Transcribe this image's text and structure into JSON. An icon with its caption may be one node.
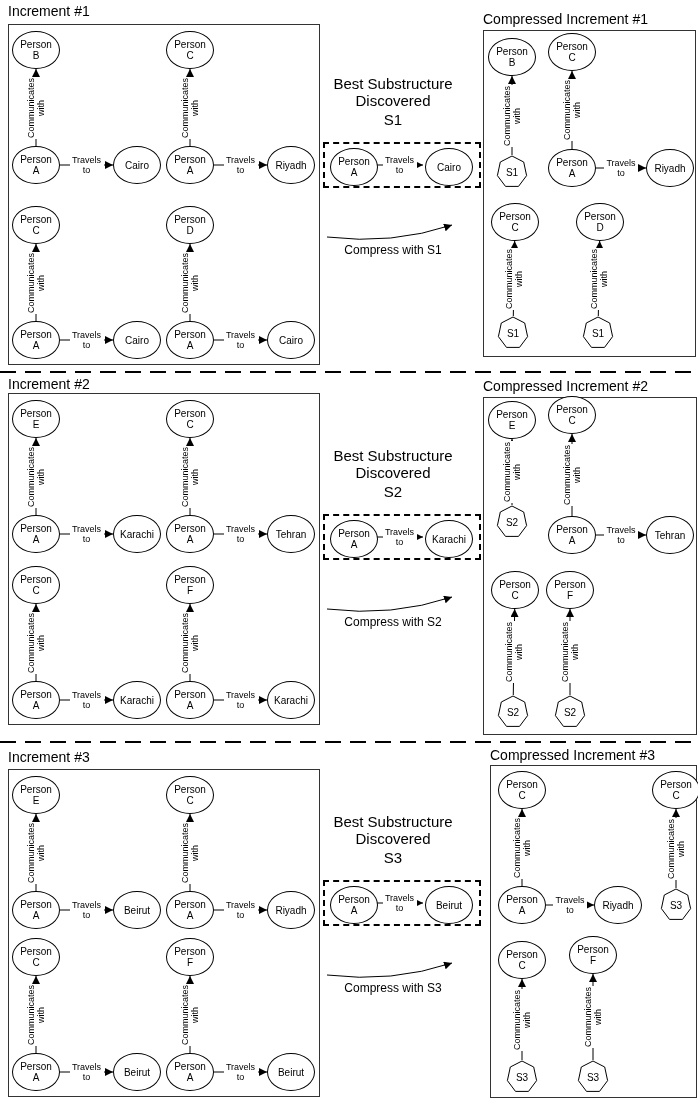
{
  "diagram": {
    "nodes": [
      {
        "text": [
          "Increment #1"
        ]
      },
      {
        "text": [
          "Person B"
        ],
        "in": 0
      },
      {
        "text": [
          "Person A"
        ],
        "in": 0
      },
      {
        "text": [
          "Cairo"
        ],
        "in": 0
      },
      {
        "text": [
          "Person C"
        ],
        "in": 0
      },
      {
        "text": [
          "Person A"
        ],
        "in": 0
      },
      {
        "text": [
          "Riyadh"
        ],
        "in": 0
      },
      {
        "text": [
          "Person C"
        ],
        "in": 0
      },
      {
        "text": [
          "Person A"
        ],
        "in": 0
      },
      {
        "text": [
          "Cairo"
        ],
        "in": 0
      },
      {
        "text": [
          "Person D"
        ],
        "in": 0
      },
      {
        "text": [
          "Person A"
        ],
        "in": 0
      },
      {
        "text": [
          "Cairo"
        ],
        "in": 0
      },
      {
        "text": [],
        "shape": "box"
      },
      {
        "text": [
          "Person A"
        ],
        "in": 13
      },
      {
        "text": [
          "Cairo"
        ],
        "in": 13
      },
      {
        "text": [
          "Compressed Increment #1"
        ]
      },
      {
        "text": [
          "Person B"
        ],
        "in": 16
      },
      {
        "text": [
          "Person C"
        ],
        "in": 16
      },
      {
        "text": [
          "S1"
        ],
        "in": 16
      },
      {
        "text": [
          "Person A"
        ],
        "in": 16
      },
      {
        "text": [
          "Riyadh"
        ],
        "in": 16
      },
      {
        "text": [
          "Person C"
        ],
        "in": 16
      },
      {
        "text": [
          "Person D"
        ],
        "in": 16
      },
      {
        "text": [
          "S1"
        ],
        "in": 16
      },
      {
        "text": [
          "S1"
        ],
        "in": 16
      },
      {
        "text": [
          "Increment #2"
        ]
      },
      {
        "text": [
          "Person E"
        ],
        "in": 26
      },
      {
        "text": [
          "Person A"
        ],
        "in": 26
      },
      {
        "text": [
          "Karachi"
        ],
        "in": 26
      },
      {
        "text": [
          "Person C"
        ],
        "in": 26
      },
      {
        "text": [
          "Person A"
        ],
        "in": 26
      },
      {
        "text": [
          "Tehran"
        ],
        "in": 26
      },
      {
        "text": [
          "Person C"
        ],
        "in": 26
      },
      {
        "text": [
          "Person A"
        ],
        "in": 26
      },
      {
        "text": [
          "Karachi"
        ],
        "in": 26
      },
      {
        "text": [
          "Person F"
        ],
        "in": 26
      },
      {
        "text": [
          "Person A"
        ],
        "in": 26
      },
      {
        "text": [
          "Karachi"
        ],
        "in": 26
      },
      {
        "text": [],
        "shape": "box"
      },
      {
        "text": [
          "Person A"
        ],
        "in": 39
      },
      {
        "text": [
          "Karachi"
        ],
        "in": 39
      },
      {
        "text": [
          "Compressed Increment #2"
        ]
      },
      {
        "text": [
          "Person E"
        ],
        "in": 42
      },
      {
        "text": [
          "Person C"
        ],
        "in": 42
      },
      {
        "text": [
          "S2"
        ],
        "in": 42
      },
      {
        "text": [
          "Person A"
        ],
        "in": 42
      },
      {
        "text": [
          "Tehran"
        ],
        "in": 42
      },
      {
        "text": [
          "Person C"
        ],
        "in": 42
      },
      {
        "text": [
          "Person F"
        ],
        "in": 42
      },
      {
        "text": [
          "S2"
        ],
        "in": 42
      },
      {
        "text": [
          "S2"
        ],
        "in": 42
      },
      {
        "text": [
          "Increment #3"
        ]
      },
      {
        "text": [
          "Person E"
        ],
        "in": 52
      },
      {
        "text": [
          "Person A"
        ],
        "in": 52
      },
      {
        "text": [
          "Beirut"
        ],
        "in": 52
      },
      {
        "text": [
          "Person C"
        ],
        "in": 52
      },
      {
        "text": [
          "Person A"
        ],
        "in": 52
      },
      {
        "text": [
          "Riyadh"
        ],
        "in": 52
      },
      {
        "text": [
          "Person C"
        ],
        "in": 52
      },
      {
        "text": [
          "Person A"
        ],
        "in": 52
      },
      {
        "text": [
          "Beirut"
        ],
        "in": 52
      },
      {
        "text": [
          "Person F"
        ],
        "in": 52
      },
      {
        "text": [
          "Person A"
        ],
        "in": 52
      },
      {
        "text": [
          "Beirut"
        ],
        "in": 52
      },
      {
        "text": [],
        "shape": "box"
      },
      {
        "text": [
          "Person A"
        ],
        "in": 65
      },
      {
        "text": [
          "Beirut"
        ],
        "in": 65
      },
      {
        "text": [
          "Compressed Increment #3"
        ]
      },
      {
        "text": [
          "Person C"
        ],
        "in": 68
      },
      {
        "text": [
          "Person C"
        ],
        "in": 68
      },
      {
        "text": [
          "Person A"
        ],
        "in": 68
      },
      {
        "text": [
          "Riyadh"
        ],
        "in": 68
      },
      {
        "text": [
          "S3"
        ],
        "in": 68
      },
      {
        "text": [
          "Person C"
        ],
        "in": 68
      },
      {
        "text": [
          "Person F"
        ],
        "in": 68
      },
      {
        "text": [
          "S3"
        ],
        "in": 68
      },
      {
        "text": [
          "S3"
        ],
        "in": 68
      }
    ],
    "edges": [
      {
        "from": 2,
        "to": 1,
        "arrow": "to",
        "label": "Communicates with"
      },
      {
        "from": 2,
        "to": 3,
        "arrow": "to",
        "label": "Travels to"
      },
      {
        "from": 5,
        "to": 4,
        "arrow": "to",
        "label": "Communicates with"
      },
      {
        "from": 5,
        "to": 6,
        "arrow": "to",
        "label": "Travels to"
      },
      {
        "from": 8,
        "to": 7,
        "arrow": "to",
        "label": "Communicates with"
      },
      {
        "from": 8,
        "to": 9,
        "arrow": "to",
        "label": "Travels to"
      },
      {
        "from": 11,
        "to": 10,
        "arrow": "to",
        "label": "Communicates with"
      },
      {
        "from": 11,
        "to": 12,
        "arrow": "to",
        "label": "Travels to"
      },
      {
        "from": 14,
        "to": 15,
        "arrow": "to",
        "label": "Travels to"
      },
      {
        "from": 19,
        "to": 17,
        "arrow": "to",
        "label": "Communicates with"
      },
      {
        "from": 20,
        "to": 18,
        "arrow": "to",
        "label": "Communicates with"
      },
      {
        "from": 20,
        "to": 21,
        "arrow": "to",
        "label": "Travels to"
      },
      {
        "from": 24,
        "to": 22,
        "arrow": "to",
        "label": "Communicates with"
      },
      {
        "from": 25,
        "to": 23,
        "arrow": "to",
        "label": "Communicates with"
      },
      {
        "from": 28,
        "to": 27,
        "arrow": "to",
        "label": "Communicates with"
      },
      {
        "from": 28,
        "to": 29,
        "arrow": "to",
        "label": "Travels to"
      },
      {
        "from": 31,
        "to": 30,
        "arrow": "to",
        "label": "Communicates with"
      },
      {
        "from": 31,
        "to": 32,
        "arrow": "to",
        "label": "Travels to"
      },
      {
        "from": 34,
        "to": 33,
        "arrow": "to",
        "label": "Communicates with"
      },
      {
        "from": 34,
        "to": 35,
        "arrow": "to",
        "label": "Travels to"
      },
      {
        "from": 37,
        "to": 36,
        "arrow": "to",
        "label": "Communicates with"
      },
      {
        "from": 37,
        "to": 38,
        "arrow": "to",
        "label": "Travels to"
      },
      {
        "from": 40,
        "to": 41,
        "arrow": "to",
        "label": "Travels to"
      },
      {
        "from": 45,
        "to": 43,
        "arrow": "to",
        "label": "Communicates with"
      },
      {
        "from": 46,
        "to": 44,
        "arrow": "to",
        "label": "Communicates with"
      },
      {
        "from": 46,
        "to": 47,
        "arrow": "to",
        "label": "Travels to"
      },
      {
        "from": 50,
        "to": 48,
        "arrow": "to",
        "label": "Communicates with"
      },
      {
        "from": 51,
        "to": 49,
        "arrow": "to",
        "label": "Communicates with"
      },
      {
        "from": 54,
        "to": 53,
        "arrow": "to",
        "label": "Communicates with"
      },
      {
        "from": 54,
        "to": 55,
        "arrow": "to",
        "label": "Travels to"
      },
      {
        "from": 57,
        "to": 56,
        "arrow": "to",
        "label": "Communicates with"
      },
      {
        "from": 57,
        "to": 58,
        "arrow": "to",
        "label": "Travels to"
      },
      {
        "from": 60,
        "to": 59,
        "arrow": "to",
        "label": "Communicates with"
      },
      {
        "from": 60,
        "to": 61,
        "arrow": "to",
        "label": "Travels to"
      },
      {
        "from": 63,
        "to": 62,
        "arrow": "to",
        "label": "Communicates with"
      },
      {
        "from": 63,
        "to": 64,
        "arrow": "to",
        "label": "Travels to"
      },
      {
        "from": 66,
        "to": 67,
        "arrow": "to",
        "label": "Travels to"
      },
      {
        "from": 71,
        "to": 69,
        "arrow": "to",
        "label": "Communicates with"
      },
      {
        "from": 71,
        "to": 72,
        "arrow": "to",
        "label": "Travels to"
      },
      {
        "from": 73,
        "to": 70,
        "arrow": "to",
        "label": "Communicates with"
      },
      {
        "from": 76,
        "to": 74,
        "arrow": "to",
        "label": "Communicates with"
      },
      {
        "from": 77,
        "to": 75,
        "arrow": "to",
        "label": "Communicates with"
      }
    ],
    "labels": [
      "Best Substructure Discovered",
      "S1",
      "Compress with S1",
      "Best Substructure Discovered",
      "S2",
      "Compress with S2",
      "Best Substructure Discovered",
      "S3",
      "Compress with S3"
    ]
  }
}
